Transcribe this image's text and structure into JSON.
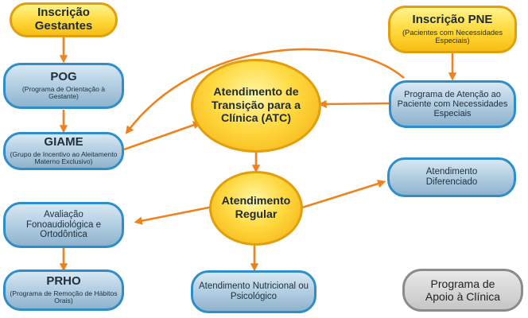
{
  "colors": {
    "arrow": "#f0821e",
    "blue_border": "#2e8ec9",
    "yellow_border": "#e39e0b",
    "gray_border": "#8b8b8b"
  },
  "nodes": {
    "inscricao_gestantes": {
      "title": "Inscrição Gestantes"
    },
    "pog": {
      "title": "POG",
      "subtitle": "(Programa de Orientação à Gestante)"
    },
    "giame": {
      "title": "GIAME",
      "subtitle": "(Grupo de Incentivo ao Aleitamento Materno Exclusivo)"
    },
    "avaliacao": {
      "label": "Avaliação Fonoaudiológica e Ortodôntica"
    },
    "prho": {
      "title": "PRHO",
      "subtitle": "(Programa de Remoção de Hábitos Orais)"
    },
    "inscricao_pne": {
      "title": "Inscrição PNE",
      "subtitle": "(Pacientes com Necessidades Especiais)"
    },
    "programa_atencao": {
      "label": "Programa de Atenção ao Paciente com Necessidades Especiais"
    },
    "atc": {
      "label": "Atendimento de Transição para a Clínica (ATC)"
    },
    "regular": {
      "label": "Atendimento Regular"
    },
    "diferenciado": {
      "label": "Atendimento Diferenciado"
    },
    "nutricional": {
      "label": "Atendimento Nutricional ou Psicológico"
    },
    "apoio": {
      "label": "Programa de Apoio à Clínica"
    }
  }
}
